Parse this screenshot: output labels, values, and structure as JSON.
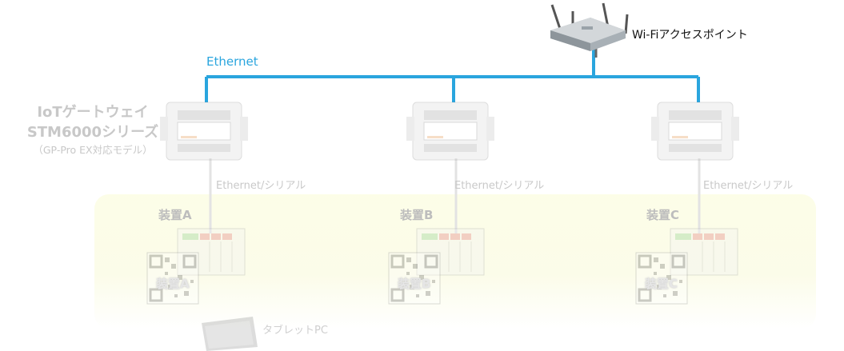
{
  "network": {
    "label": "Ethernet",
    "color": "#2aa5de"
  },
  "access_point": {
    "label": "Wi-Fiアクセスポイント",
    "icon": "wifi-router-icon"
  },
  "gateway": {
    "title_line1": "IoTゲートウェイ",
    "title_line2": "STM6000シリーズ",
    "title_line3": "（GP-Pro EX対応モデル）",
    "icon": "iot-gateway-icon"
  },
  "units": [
    {
      "serial_label": "Ethernet/シリアル",
      "device_label": "装置A",
      "qr_label": "装置A"
    },
    {
      "serial_label": "Ethernet/シリアル",
      "device_label": "装置B",
      "qr_label": "装置B"
    },
    {
      "serial_label": "Ethernet/シリアル",
      "device_label": "装置C",
      "qr_label": "装置C"
    }
  ],
  "tablet": {
    "label": "タブレットPC",
    "icon": "tablet-icon"
  },
  "zone_color": "#fbfce8"
}
